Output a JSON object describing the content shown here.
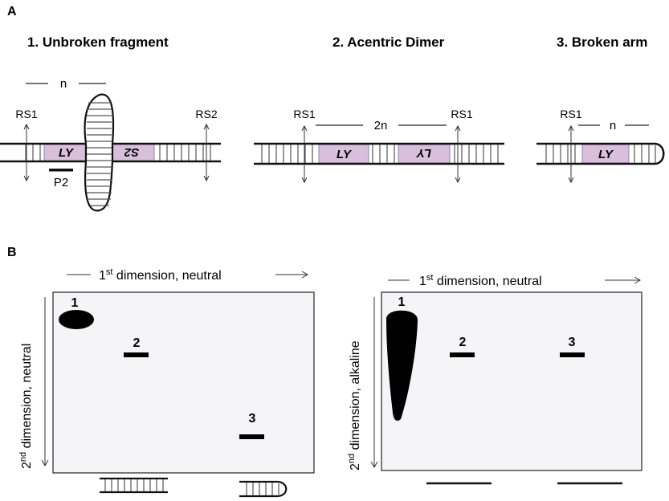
{
  "panel_a": {
    "letter": "A",
    "items": [
      {
        "title": "1. Unbroken fragment",
        "rs_left": "RS1",
        "rs_right": "RS2",
        "n": "n",
        "seg1": "LY",
        "seg2": "S2",
        "probe": "P2"
      },
      {
        "title": "2. Acentric Dimer",
        "rs_left": "RS1",
        "rs_right": "RS1",
        "n": "2n",
        "seg1": "LY",
        "seg2": "LY"
      },
      {
        "title": "3. Broken arm",
        "rs_left": "RS1",
        "n": "n",
        "seg1": "LY"
      }
    ]
  },
  "panel_b": {
    "letter": "B",
    "gel_left": {
      "xaxis_main": "1",
      "xaxis_sup": "st",
      "xaxis_rest": " dimension, neutral",
      "yaxis_main": "2",
      "yaxis_sup": "nd",
      "yaxis_rest": " dimension, neutral",
      "spot_labels": [
        "1",
        "2",
        "3"
      ]
    },
    "gel_right": {
      "xaxis_main": "1",
      "xaxis_sup": "st",
      "xaxis_rest": " dimension, neutral",
      "yaxis_main": "2",
      "yaxis_sup": "nd",
      "yaxis_rest": " dimension, alkaline",
      "spot_labels": [
        "1",
        "2",
        "3"
      ]
    }
  },
  "colors": {
    "segment_fill": "#d9bfdc",
    "gel_fill": "#f5f5f7",
    "ink": "#111111"
  }
}
